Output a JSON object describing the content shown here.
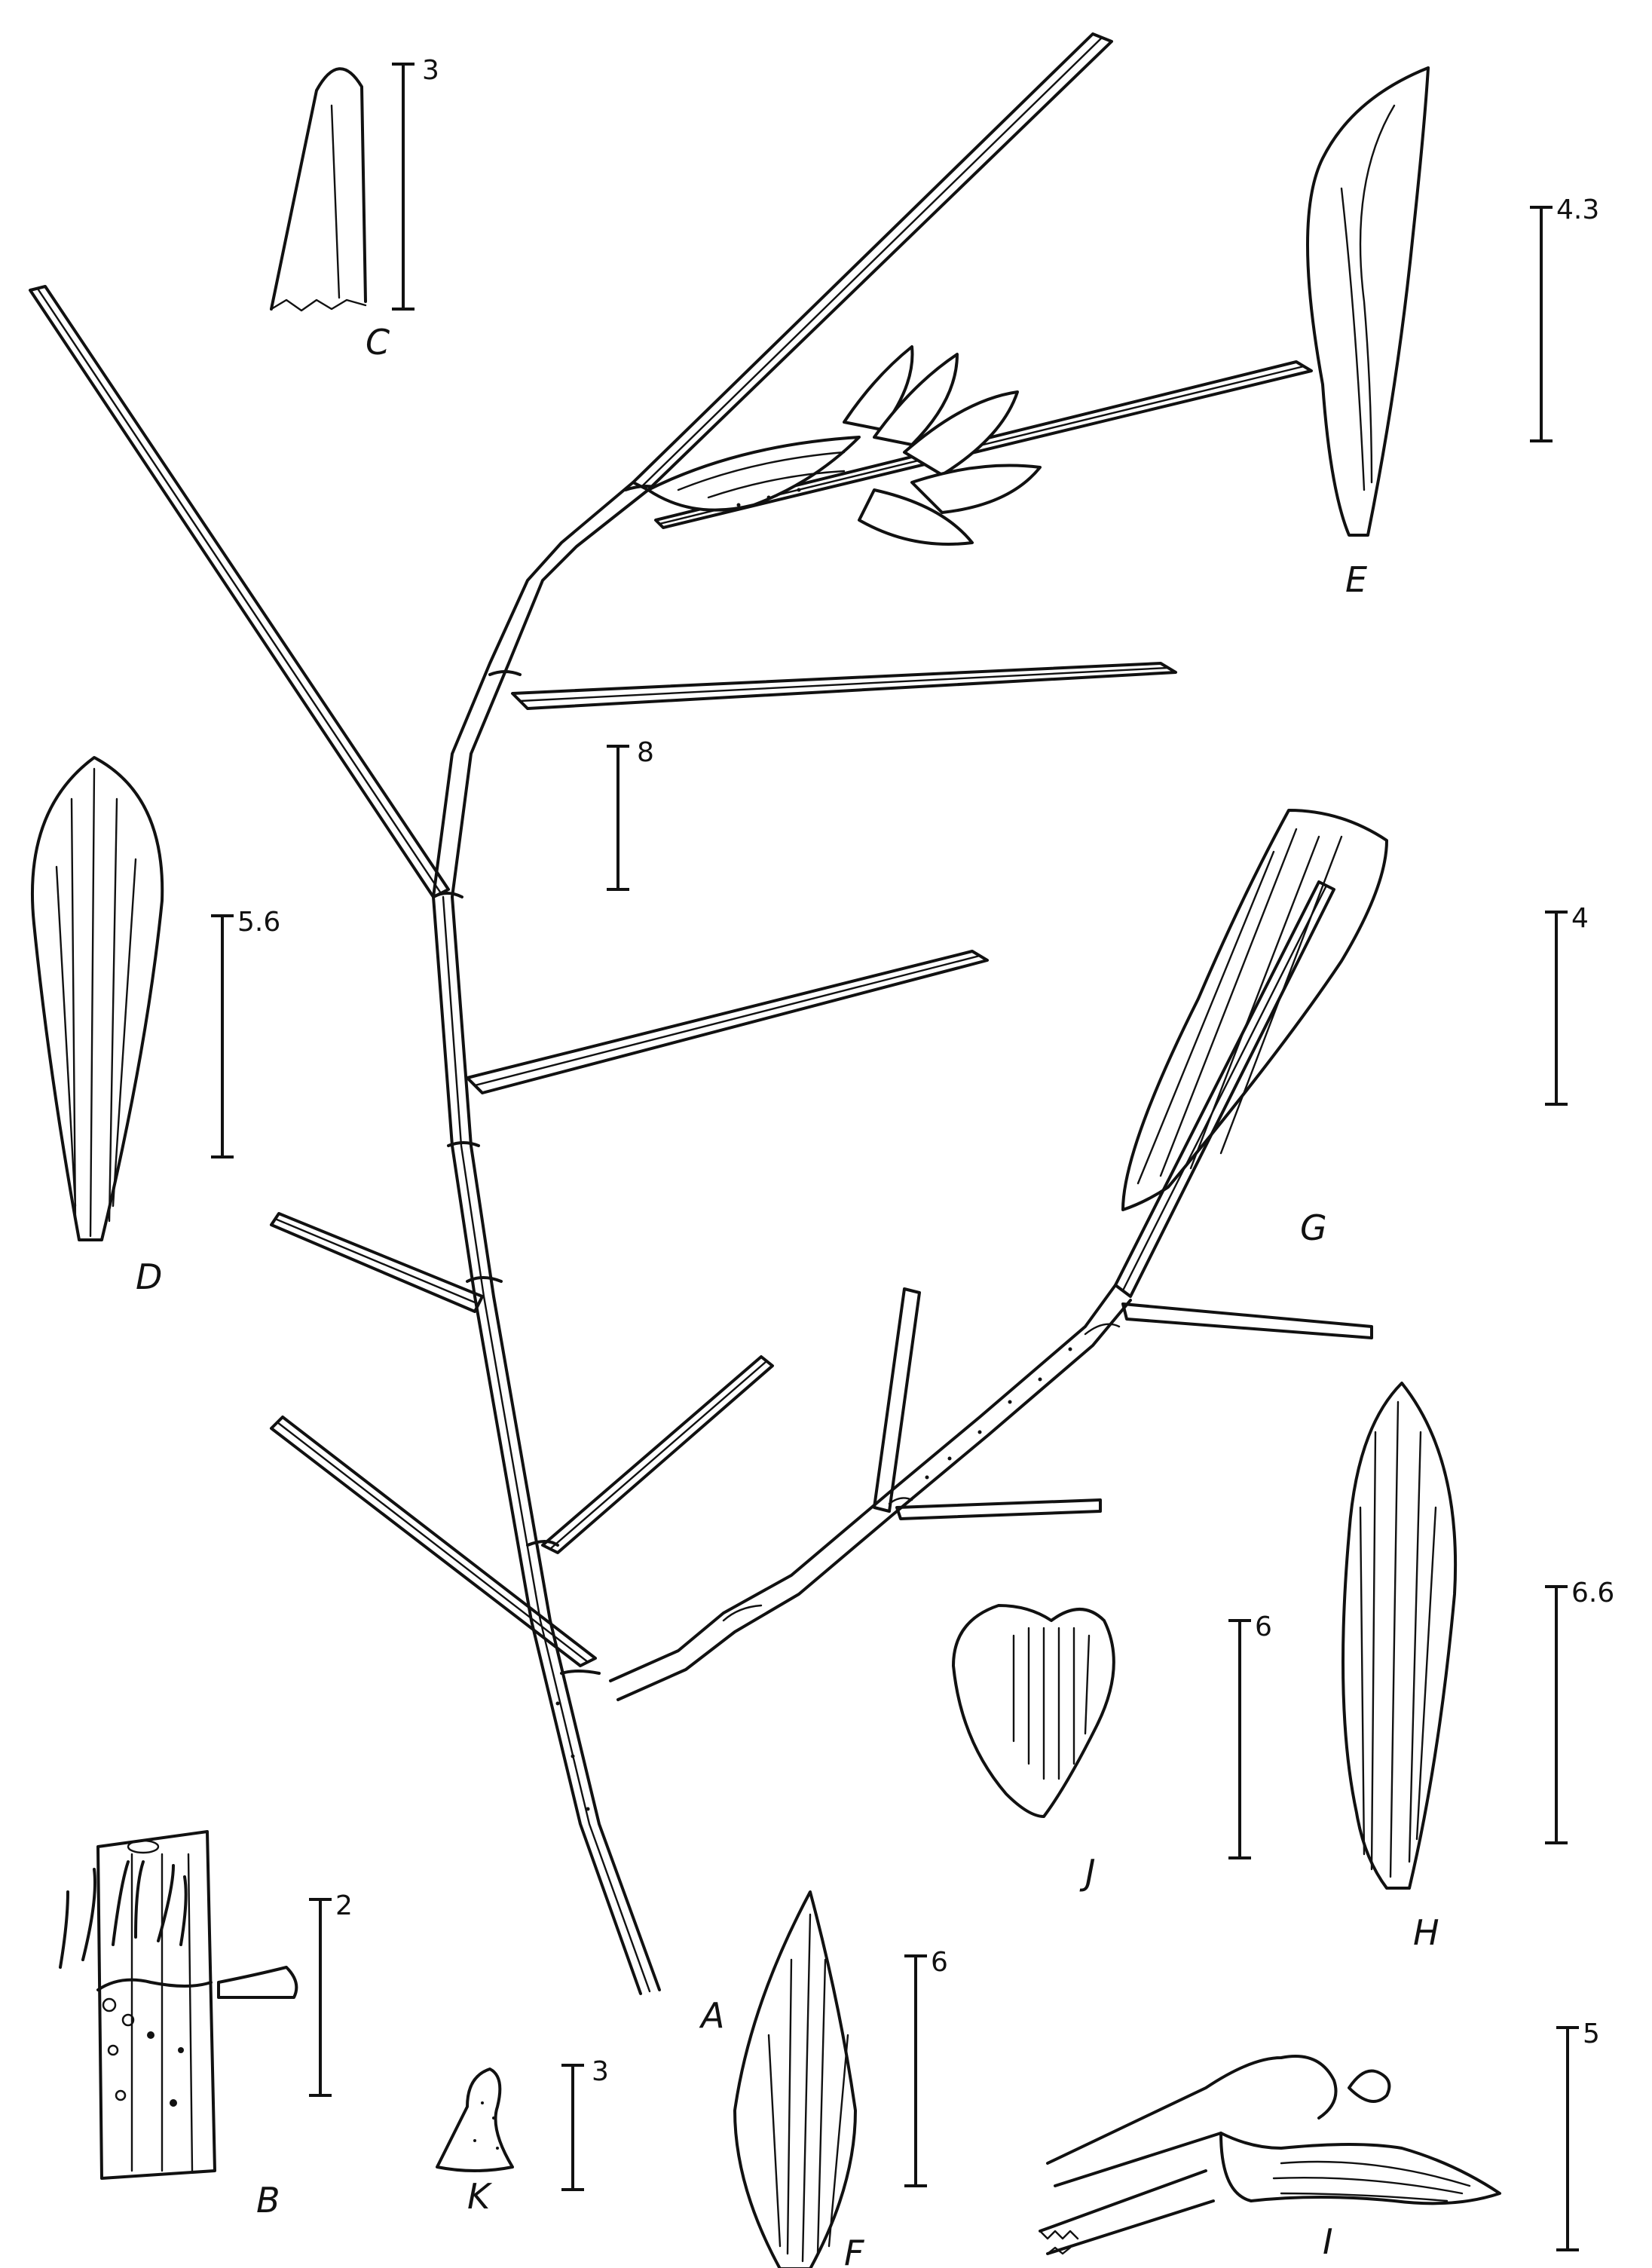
{
  "figure_labels": {
    "A": "A",
    "B": "B",
    "C": "C",
    "D": "D",
    "E": "E",
    "F": "F",
    "G": "G",
    "H": "H",
    "I": "I",
    "J": "J",
    "K": "K"
  },
  "scale_bars": {
    "C": "3",
    "E": "4.3",
    "A": "8",
    "D": "5.6",
    "G": "4",
    "H": "6.6",
    "J": "6",
    "B": "2",
    "F": "6",
    "K": "3",
    "I": "5"
  }
}
